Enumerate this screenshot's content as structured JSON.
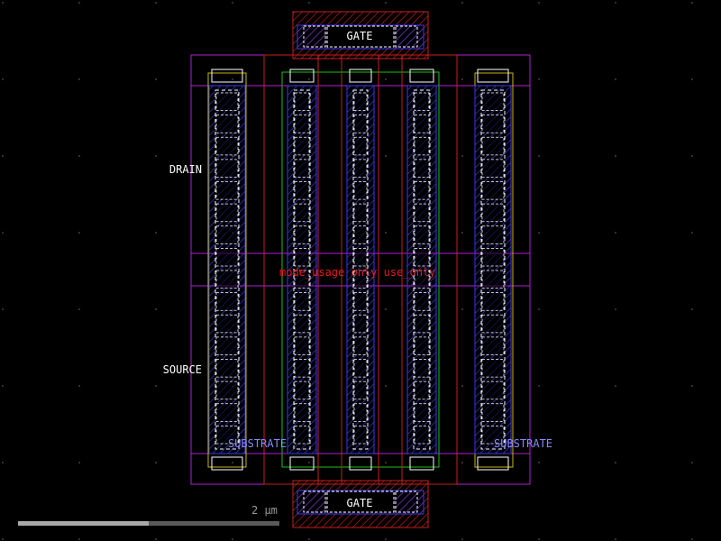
{
  "labels": {
    "gate_top": "GATE",
    "gate_bottom": "GATE",
    "drain": "DRAIN",
    "source": "SOURCE",
    "substrate_left": "SUBSTRATE",
    "substrate_right": "SUBSTRATE",
    "overlay_text": "mode_usage only use_only"
  },
  "scale_bar": {
    "label": "2 µm",
    "fraction": 0.5
  },
  "colors": {
    "background": "#000000",
    "poly": "#c81e1e",
    "metal": "#3a3ae6",
    "boundary": "#b31bd6",
    "diffusion": "#19c219",
    "nwell": "#c9b517",
    "contact": "#ffffff",
    "text_white": "#ffffff",
    "text_blue": "#8a8aff",
    "text_red": "#e11d1d"
  }
}
